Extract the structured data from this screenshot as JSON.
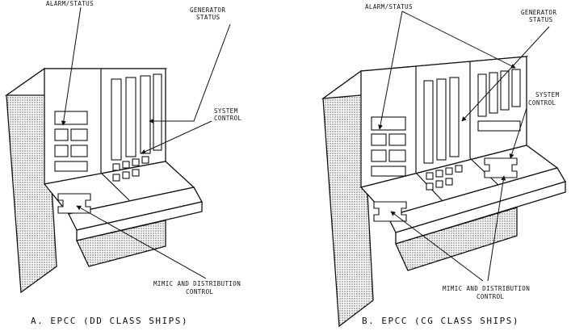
{
  "figures": [
    {
      "caption": "A. EPCC (DD CLASS SHIPS)",
      "labels": {
        "alarm_status": "ALARM/STATUS",
        "generator_status_line1": "GENERATOR",
        "generator_status_line2": "STATUS",
        "system_control_line1": "SYSTEM",
        "system_control_line2": "CONTROL",
        "mimic_line1": "MIMIC AND DISTRIBUTION",
        "mimic_line2": "CONTROL"
      }
    },
    {
      "caption": "B. EPCC (CG CLASS SHIPS)",
      "labels": {
        "alarm_status": "ALARM/STATUS",
        "generator_status_line1": "GENERATOR",
        "generator_status_line2": "STATUS",
        "system_control_line1": "SYSTEM",
        "system_control_line2": "CONTROL",
        "mimic_line1": "MIMIC AND DISTRIBUTION",
        "mimic_line2": "CONTROL"
      }
    }
  ]
}
